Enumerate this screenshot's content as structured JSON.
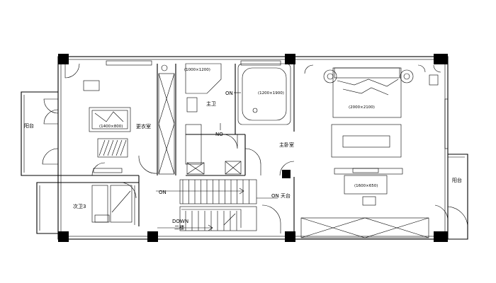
{
  "rooms": {
    "balcony_left": "阳台",
    "dressing_room": "更衣室",
    "master_bath": "主卫",
    "master_bedroom": "主卧室",
    "bath3": "次卫3",
    "balcony_right": "阳台"
  },
  "dimensions": {
    "dresser_table": "(1400×800)",
    "vanity": "(1000×1200)",
    "bathtub": "(1200×1900)",
    "bed": "(2000×2100)",
    "tv_bench": "(1600×650)"
  },
  "annotations": {
    "on_bath": "ON",
    "no_bath": "NO",
    "on_stair": "ON",
    "on_terrace": "ON 天台",
    "down_stair": "DOWN",
    "floor2": "二楼"
  }
}
